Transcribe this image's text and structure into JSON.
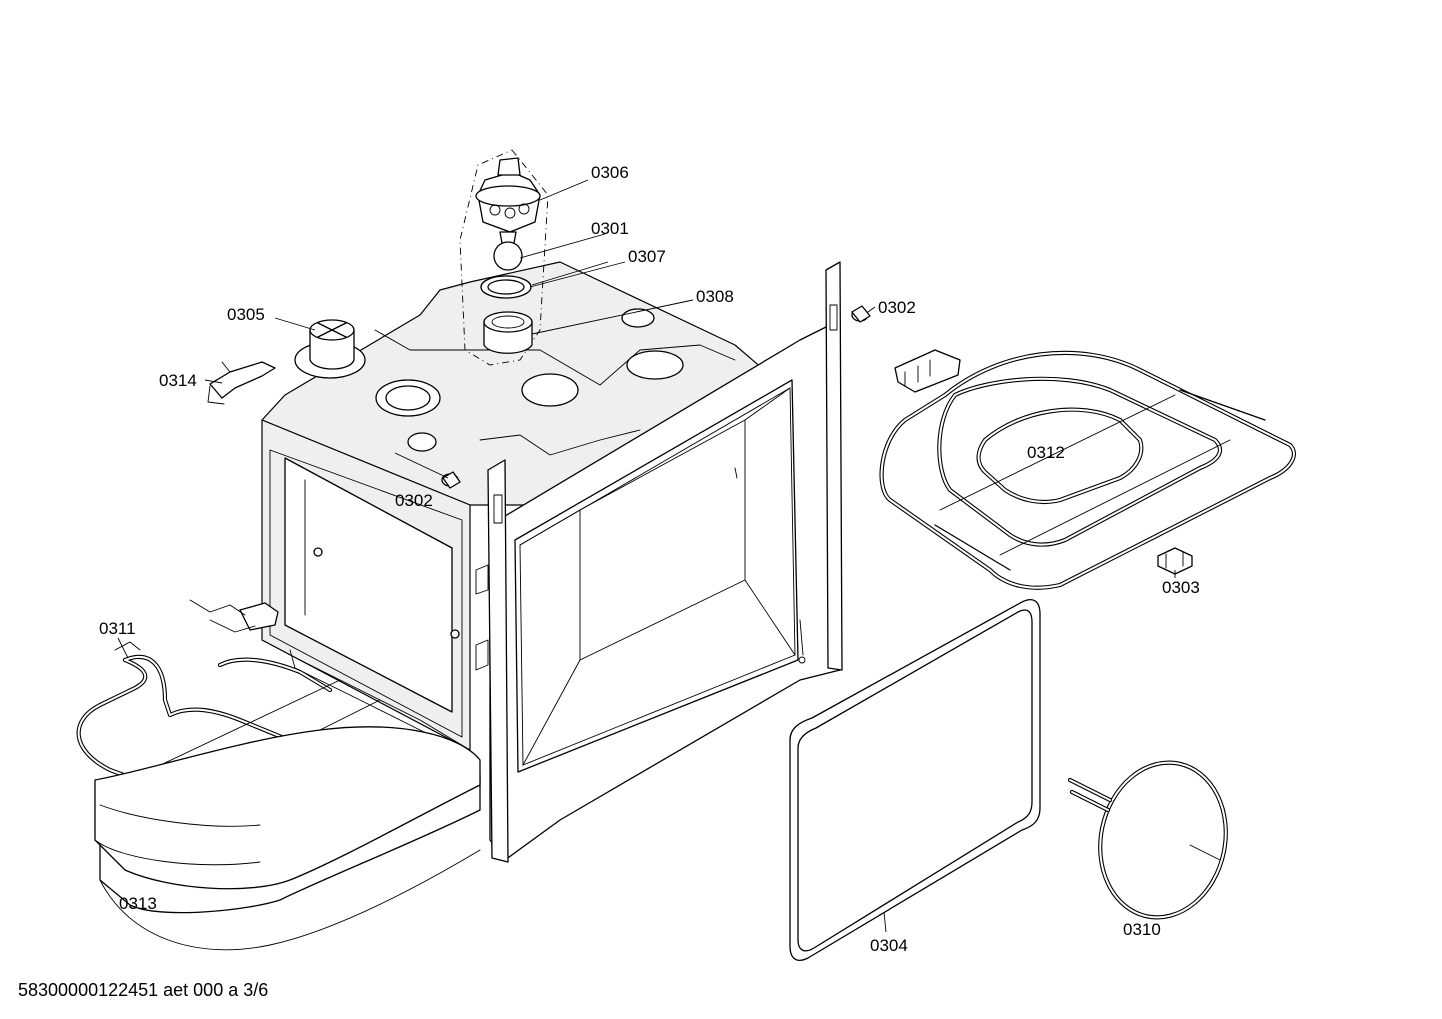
{
  "parts": [
    {
      "id": "0306",
      "label": "0306"
    },
    {
      "id": "0301",
      "label": "0301"
    },
    {
      "id": "0307",
      "label": "0307"
    },
    {
      "id": "0308",
      "label": "0308"
    },
    {
      "id": "0305",
      "label": "0305"
    },
    {
      "id": "0314",
      "label": "0314"
    },
    {
      "id": "0302a",
      "label": "0302"
    },
    {
      "id": "0302b",
      "label": "0302"
    },
    {
      "id": "0312",
      "label": "0312"
    },
    {
      "id": "0303",
      "label": "0303"
    },
    {
      "id": "0311",
      "label": "0311"
    },
    {
      "id": "0313",
      "label": "0313"
    },
    {
      "id": "0304",
      "label": "0304"
    },
    {
      "id": "0310",
      "label": "0310"
    }
  ],
  "footer": {
    "code": "58300000122451 aet 000 a 3/6"
  }
}
